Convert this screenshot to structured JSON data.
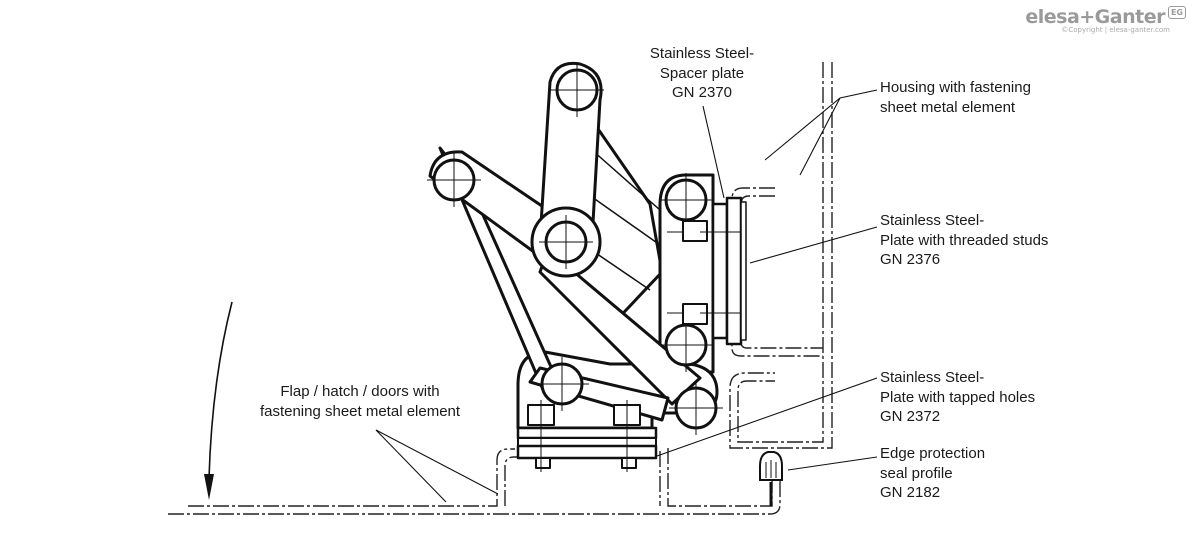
{
  "brand": {
    "name": "elesa+Ganter",
    "badge": "EG",
    "copyright": "©Copyright | elesa-ganter.com"
  },
  "labels": {
    "spacer_plate": [
      "Stainless Steel-",
      "Spacer plate",
      "GN 2370"
    ],
    "housing": [
      "Housing with fastening",
      "sheet metal element"
    ],
    "threaded_studs": [
      "Stainless Steel-",
      "Plate with threaded studs",
      "GN 2376"
    ],
    "tapped_holes": [
      "Stainless Steel-",
      "Plate with tapped holes",
      "GN 2372"
    ],
    "edge_protection": [
      "Edge protection",
      "seal profile",
      "GN 2182"
    ],
    "flap": [
      "Flap / hatch / doors with",
      "fastening sheet metal element"
    ]
  }
}
